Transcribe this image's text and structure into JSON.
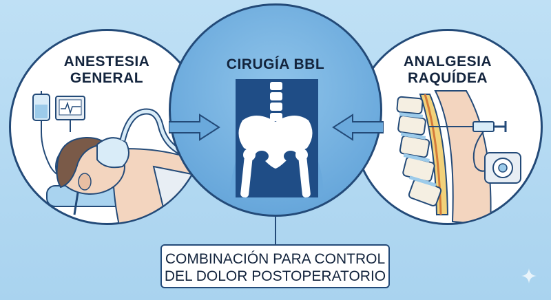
{
  "left": {
    "title_line1": "ANESTESIA",
    "title_line2": "GENERAL"
  },
  "center": {
    "title": "CIRUGÍA BBL"
  },
  "right": {
    "title_line1": "ANALGESIA",
    "title_line2": "RAQUÍDEA"
  },
  "caption": {
    "line1": "COMBINACIÓN PARA CONTROL",
    "line2": "DEL DOLOR POSTOPERATORIO"
  },
  "colors": {
    "navy": "#234a78",
    "sky": "#a9d3ef",
    "center_fill": "#6aa9dc",
    "pelvis_panel": "#1f4d86"
  }
}
